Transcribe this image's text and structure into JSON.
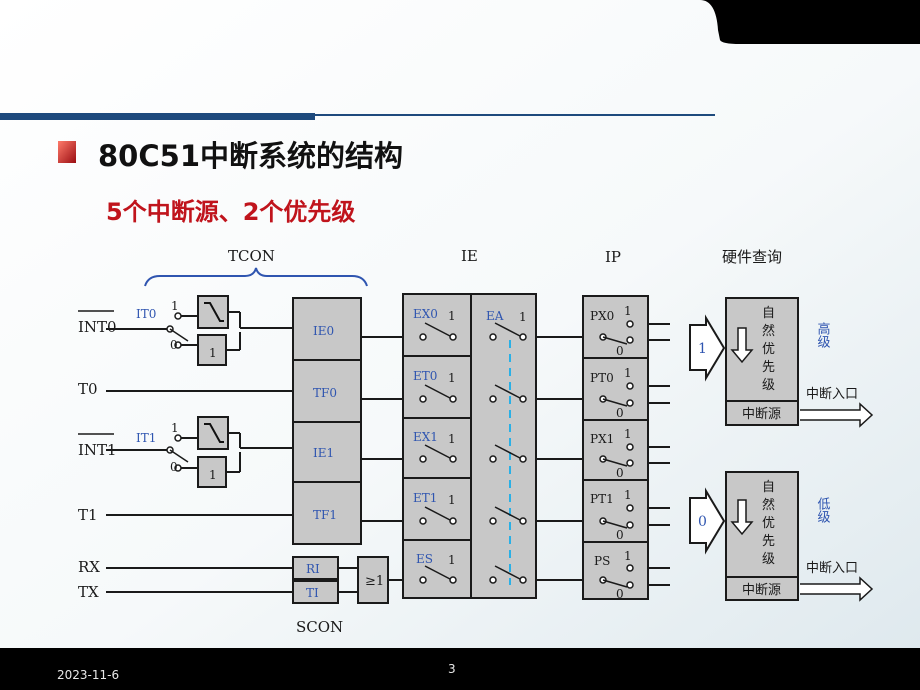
{
  "slide": {
    "title": "80C51中断系统的结构",
    "subtitle": "5个中断源、2个优先级",
    "date": "2023-11-6",
    "page_number": "3"
  },
  "colors": {
    "title": "#111111",
    "subtitle": "#c0141c",
    "header_line": "#1e4a7d",
    "register_fill": "#c8c8c8",
    "blue_text": "#2f55b0",
    "dashed_link": "#2ab0e6"
  },
  "diagram": {
    "headers": {
      "tcon": "TCON",
      "ie": "IE",
      "ip": "IP",
      "query": "硬件查询",
      "scon": "SCON"
    },
    "inputs": [
      "INT0",
      "T0",
      "INT1",
      "T1",
      "RX",
      "TX"
    ],
    "tcon_it_labels": [
      "IT0",
      "IT1"
    ],
    "tcon_flags": [
      "IE0",
      "TF0",
      "IE1",
      "TF1"
    ],
    "scon_flags": [
      "RI",
      "TI"
    ],
    "or_gate": "≥1",
    "ie_bits": [
      "EX0",
      "ET0",
      "EX1",
      "ET1",
      "ES"
    ],
    "ea_label": "EA",
    "ip_bits": [
      "PX0",
      "PT0",
      "PX1",
      "PT1",
      "PS"
    ],
    "query_units": [
      {
        "priority": "高级",
        "arrow_value": "1",
        "chars": [
          "自",
          "然",
          "优",
          "先",
          "级"
        ],
        "source": "中断源",
        "entry": "中断入口"
      },
      {
        "priority": "低级",
        "arrow_value": "0",
        "chars": [
          "自",
          "然",
          "优",
          "先",
          "级"
        ],
        "source": "中断源",
        "entry": "中断入口"
      }
    ],
    "one": "1",
    "zero": "0"
  }
}
